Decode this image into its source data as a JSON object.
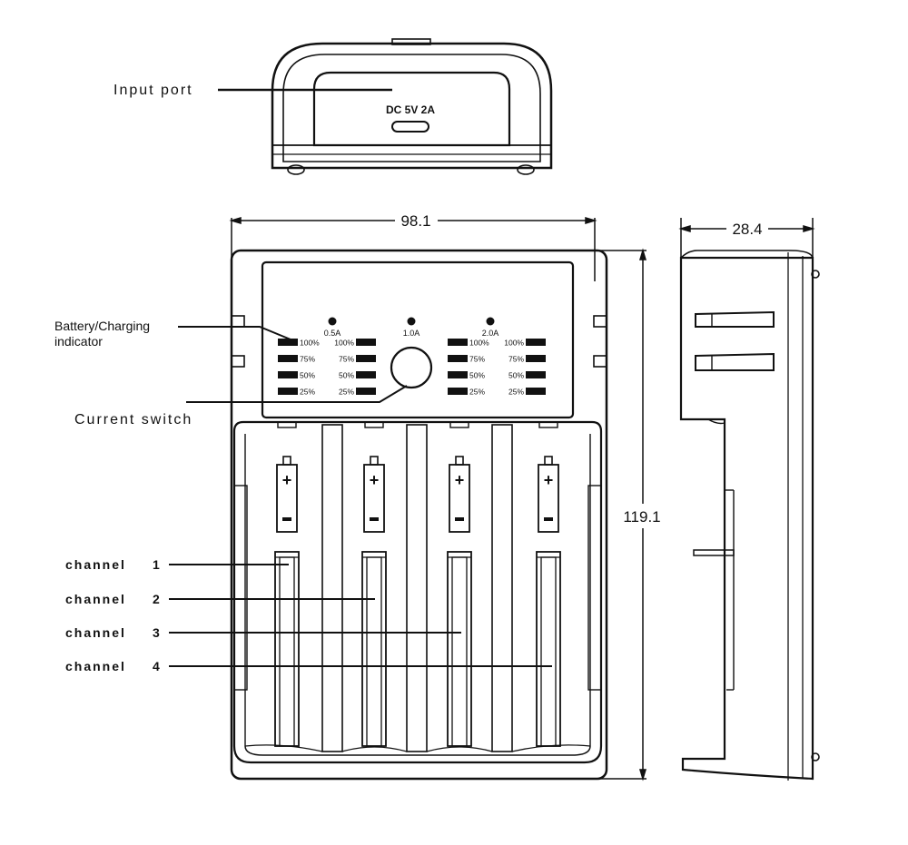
{
  "labels": {
    "input_port": "Input port",
    "port_rating": "DC 5V 2A",
    "battery_indicator_line1": "Battery/Charging",
    "battery_indicator_line2": "indicator",
    "current_switch": "Current switch"
  },
  "dimensions": {
    "width": "98.1",
    "height": "119.1",
    "depth": "28.4"
  },
  "currents": [
    "0.5A",
    "1.0A",
    "2.0A"
  ],
  "levels": [
    "100%",
    "75%",
    "50%",
    "25%"
  ],
  "channels": [
    {
      "word": "channel",
      "number": "1"
    },
    {
      "word": "channel",
      "number": "2"
    },
    {
      "word": "channel",
      "number": "3"
    },
    {
      "word": "channel",
      "number": "4"
    }
  ],
  "slot_symbols": {
    "plus": "+",
    "minus": "−"
  }
}
